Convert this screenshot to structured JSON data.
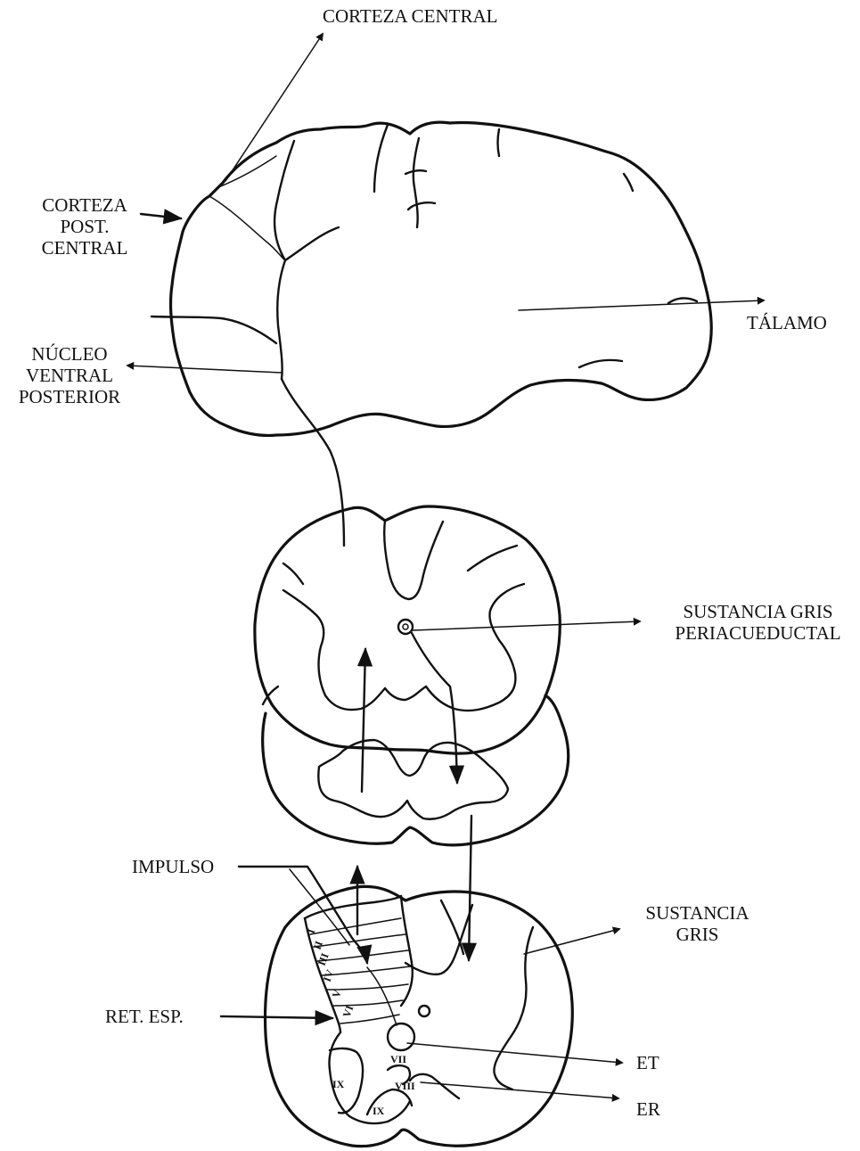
{
  "labels": {
    "corteza_central": "CORTEZA CENTRAL",
    "corteza_post_central": [
      "CORTEZA",
      "POST.",
      "CENTRAL"
    ],
    "nucleo_ventral_posterior": [
      "NÚCLEO",
      "VENTRAL",
      "POSTERIOR"
    ],
    "talamo": "TÁLAMO",
    "sustancia_gris_periacueductal": [
      "SUSTANCIA GRIS",
      "PERIACUEDUCTAL"
    ],
    "impulso": "IMPULSO",
    "sustancia_gris": [
      "SUSTANCIA",
      "GRIS"
    ],
    "ret_esp": "RET. ESP.",
    "et": "ET",
    "er": "ER"
  },
  "laminae": [
    "I",
    "II",
    "III",
    "IV",
    "V",
    "VI",
    "VII",
    "IX",
    "VIII",
    "IX"
  ]
}
